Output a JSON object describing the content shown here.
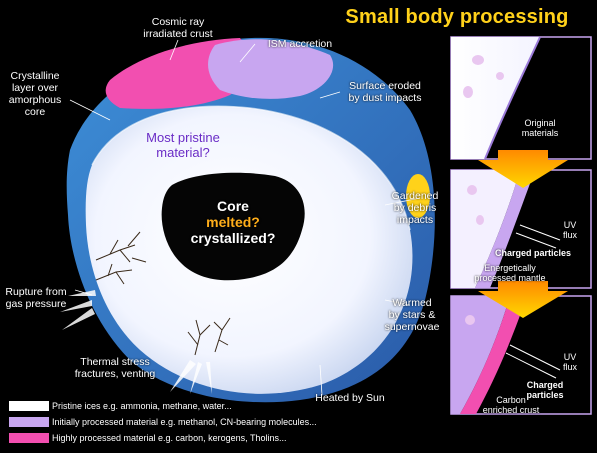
{
  "title": "Small body processing",
  "labels": {
    "cosmic_ray": [
      "Cosmic ray",
      "irradiated crust"
    ],
    "ism": [
      "ISM accretion"
    ],
    "crystalline": [
      "Crystalline",
      "layer over",
      "amorphous",
      "core"
    ],
    "surface_eroded": [
      "Surface eroded",
      "by dust impacts"
    ],
    "pristine": [
      "Most pristine",
      "material?"
    ],
    "core": [
      "Core",
      "melted?",
      "crystallized?"
    ],
    "gardened": [
      "Gardened",
      "by debris",
      "impacts"
    ],
    "warmed": [
      "Warmed",
      "by stars &",
      "supernovae"
    ],
    "rupture": [
      "Rupture from",
      "gas pressure"
    ],
    "thermal": [
      "Thermal stress",
      "fractures, venting"
    ],
    "heated": [
      "Heated by Sun"
    ]
  },
  "legend": [
    {
      "color": "#ffffff",
      "text": "Pristine ices e.g. ammonia, methane, water..."
    },
    {
      "color": "#c8a6f0",
      "text": "Initially processed material e.g. methanol, CN-bearing molecules..."
    },
    {
      "color": "#f24fb0",
      "text": "Highly processed material e.g. carbon, kerogens, Tholins..."
    }
  ],
  "panels": {
    "p1": [
      "Original",
      "materials"
    ],
    "p2_uv": [
      "UV",
      "flux"
    ],
    "p2_charged": [
      "Charged particles"
    ],
    "p2_mantle": [
      "Energetically",
      "processed mantle"
    ],
    "p3_uv": [
      "UV",
      "flux"
    ],
    "p3_charged": [
      "Charged",
      "particles"
    ],
    "p3_crust": [
      "Carbon",
      "enriched crust"
    ]
  },
  "colors": {
    "title": "#ffd11a",
    "pristine_text": "#6a2cc6",
    "melted_text": "#ffae1a",
    "arrow": "#ffb21a"
  }
}
